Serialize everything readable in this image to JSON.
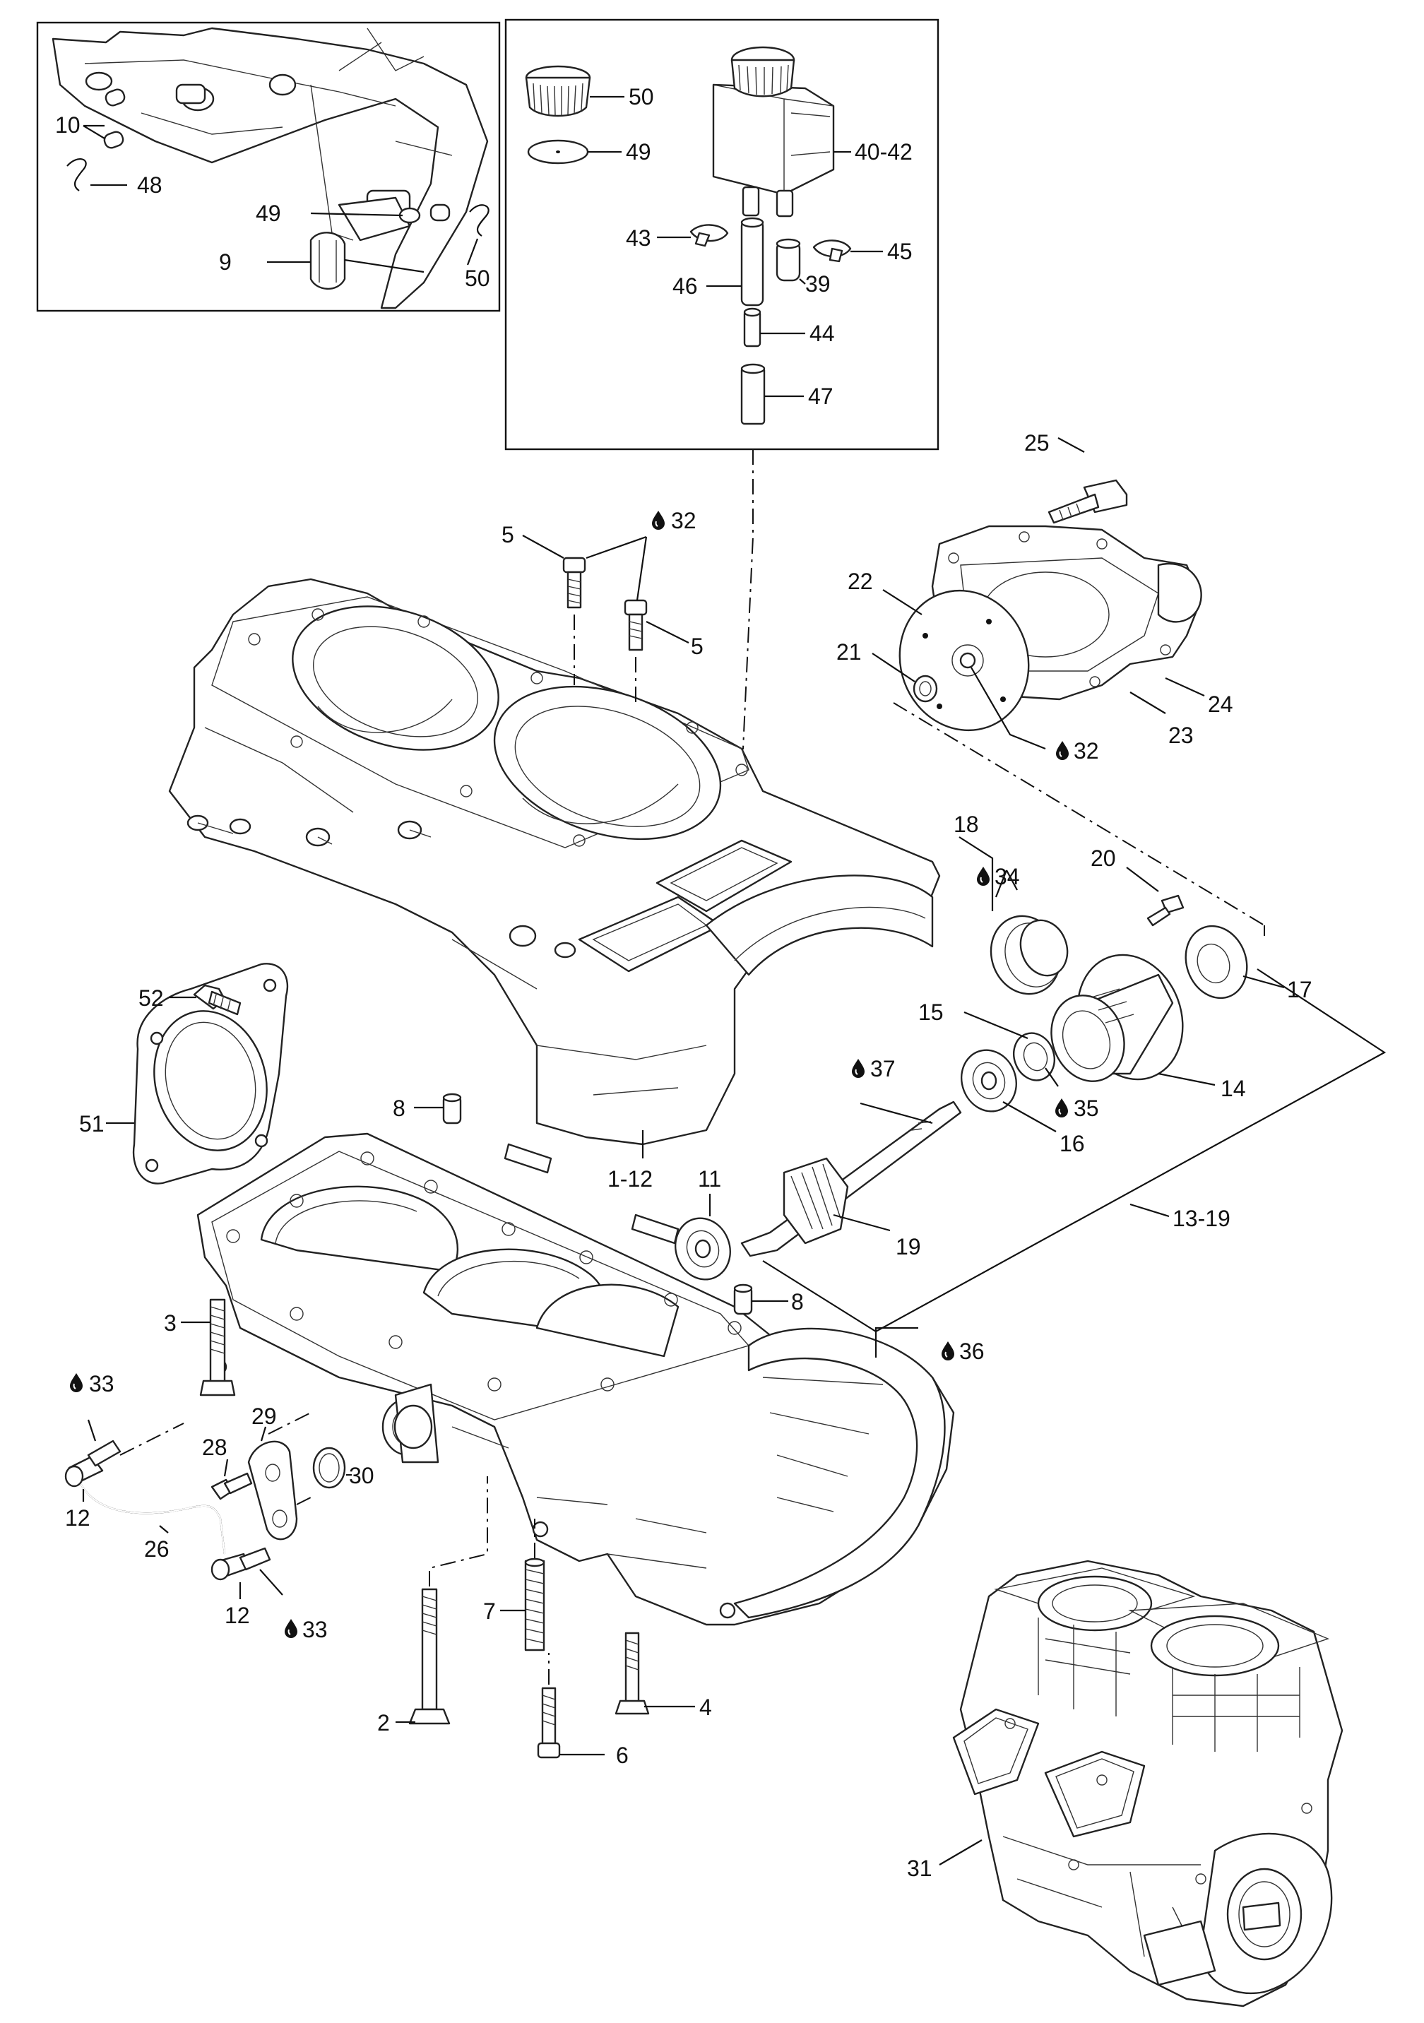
{
  "callouts": {
    "c50_top": "50",
    "c49_top": "49",
    "c40_42": "40-42",
    "c43": "43",
    "c45": "45",
    "c46": "46",
    "c39": "39",
    "c44": "44",
    "c47": "47",
    "c10": "10",
    "c48": "48",
    "c49_inset": "49",
    "c9": "9",
    "c50_inset": "50",
    "c25": "25",
    "c22": "22",
    "c21": "21",
    "c24": "24",
    "c23": "23",
    "c32_pump": "32",
    "c5_a": "5",
    "c5_b": "5",
    "c32_bolts": "32",
    "c18": "18",
    "c34": "34",
    "c20": "20",
    "c17": "17",
    "c15": "15",
    "c14": "14",
    "c35": "35",
    "c16": "16",
    "c37": "37",
    "c19": "19",
    "c11": "11",
    "c13_19": "13-19",
    "c52": "52",
    "c51": "51",
    "c8_a": "8",
    "c8_b": "8",
    "c1_12": "1-12",
    "c3": "3",
    "c36": "36",
    "c33_a": "33",
    "c33_b": "33",
    "c29": "29",
    "c28": "28",
    "c30": "30",
    "c12_a": "12",
    "c12_b": "12",
    "c26": "26",
    "c7": "7",
    "c4": "4",
    "c2": "2",
    "c6": "6",
    "c31": "31"
  },
  "icons": {
    "sealant": "drop-icon"
  }
}
